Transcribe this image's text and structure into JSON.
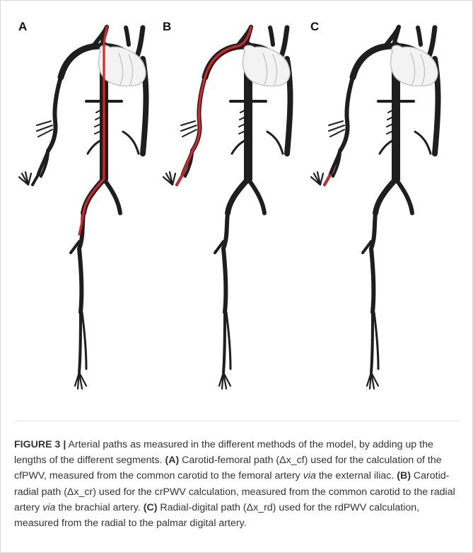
{
  "panels": [
    {
      "label": "A",
      "highlight": "carotid-femoral"
    },
    {
      "label": "B",
      "highlight": "carotid-radial"
    },
    {
      "label": "C",
      "highlight": "radial-digital"
    }
  ],
  "colors": {
    "artery": "#1e1e1e",
    "path": "#d9252a",
    "heart": "#bdbdbd"
  },
  "caption": {
    "figure_label": "FIGURE 3",
    "separator": "|",
    "intro": "Arterial paths as measured in the different methods of the model, by adding up the lengths of the different segments.",
    "a_label": "(A)",
    "a_text_1": "Carotid-femoral path (Δx_cf) used for the calculation of the cfPWV, measured from the common carotid to the femoral artery",
    "a_via": "via",
    "a_text_2": "the external iliac.",
    "b_label": "(B)",
    "b_text_1": "Carotid-radial path (Δx_cr) used for the crPWV calculation, measured from the common carotid to the radial artery",
    "b_via": "via",
    "b_text_2": "the brachial artery.",
    "c_label": "(C)",
    "c_text": "Radial-digital path (Δx_rd) used for the rdPWV calculation, measured from the radial to the palmar digital artery."
  }
}
